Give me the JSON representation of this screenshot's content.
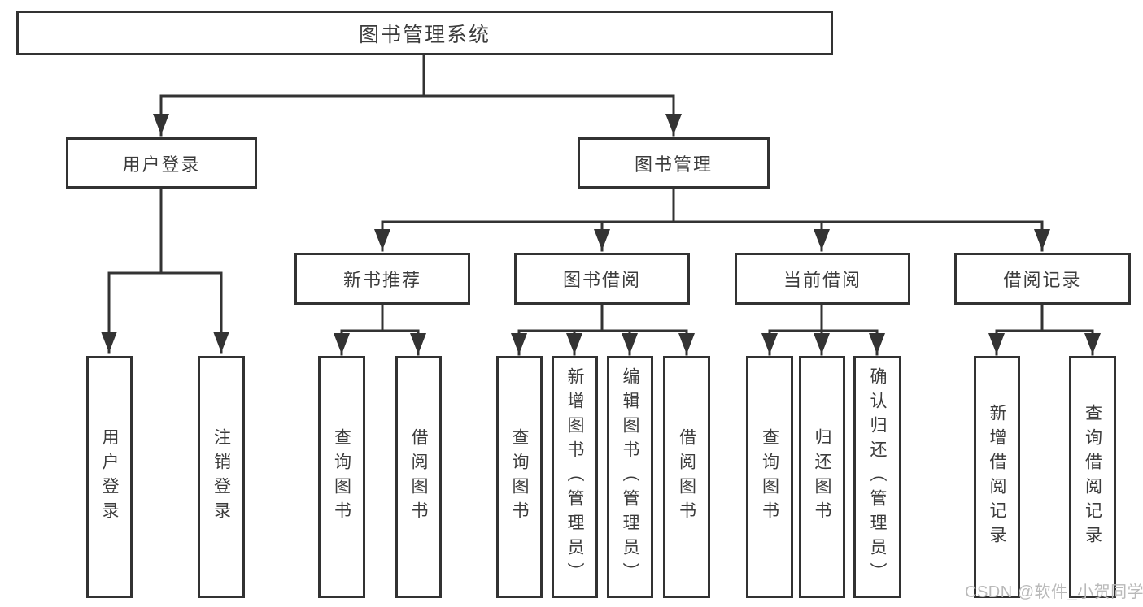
{
  "diagram": {
    "root": {
      "label": "图书管理系统"
    },
    "branches": {
      "user_login": {
        "label": "用户登录",
        "children": [
          {
            "label": "用户登录"
          },
          {
            "label": "注销登录"
          }
        ]
      },
      "book_management": {
        "label": "图书管理",
        "sections": [
          {
            "label": "新书推荐",
            "children": [
              {
                "label": "查询图书"
              },
              {
                "label": "借阅图书"
              }
            ]
          },
          {
            "label": "图书借阅",
            "children": [
              {
                "label": "查询图书"
              },
              {
                "label": "新增图书（管理员）"
              },
              {
                "label": "编辑图书（管理员）"
              },
              {
                "label": "借阅图书"
              }
            ]
          },
          {
            "label": "当前借阅",
            "children": [
              {
                "label": "查询图书"
              },
              {
                "label": "归还图书"
              },
              {
                "label": "确认归还（管理员）"
              }
            ]
          },
          {
            "label": "借阅记录",
            "children": [
              {
                "label": "新增借阅记录"
              },
              {
                "label": "查询借阅记录"
              }
            ]
          }
        ]
      }
    }
  },
  "watermark": "CSDN @软件_小贺同学",
  "colors": {
    "line": "#333333",
    "box_border": "#323232",
    "text": "#3c3c3c",
    "watermark": "#b9b9b9",
    "background": "#ffffff"
  }
}
